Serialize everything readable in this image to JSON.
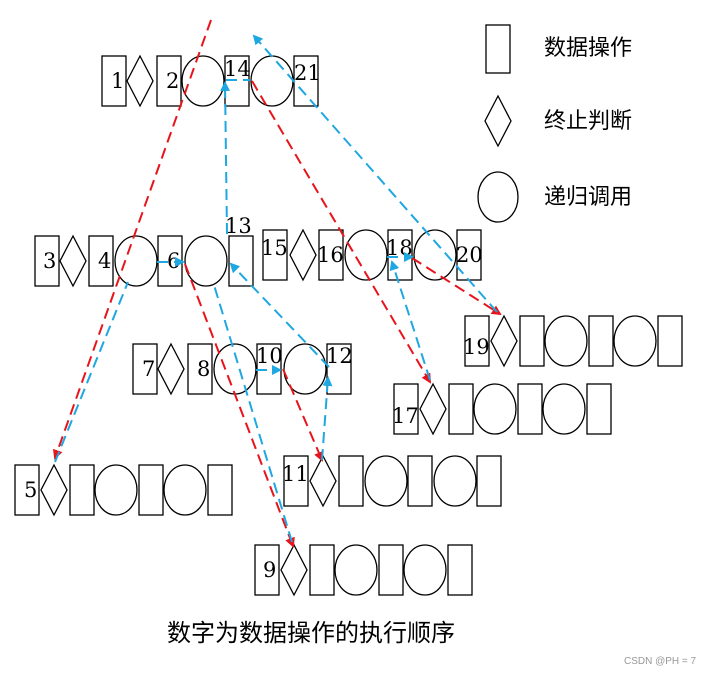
{
  "legend": {
    "data_op": "数据操作",
    "termination": "终止判断",
    "recursive_call": "递归调用"
  },
  "caption": "数字为数据操作的执行顺序",
  "watermark": "CSDN @PH = 7",
  "nodes": {
    "n1": "1",
    "n2": "2",
    "n3": "3",
    "n4": "4",
    "n5": "5",
    "n6": "6",
    "n7": "7",
    "n8": "8",
    "n9": "9",
    "n10": "10",
    "n11": "11",
    "n12": "12",
    "n13": "13",
    "n14": "14",
    "n15": "15",
    "n16": "16",
    "n17": "17",
    "n18": "18",
    "n19": "19",
    "n20": "20",
    "n21": "21"
  },
  "colors": {
    "call_arrow": "#e8141b",
    "return_arrow": "#1ea7e1",
    "watermark": "#999999"
  }
}
